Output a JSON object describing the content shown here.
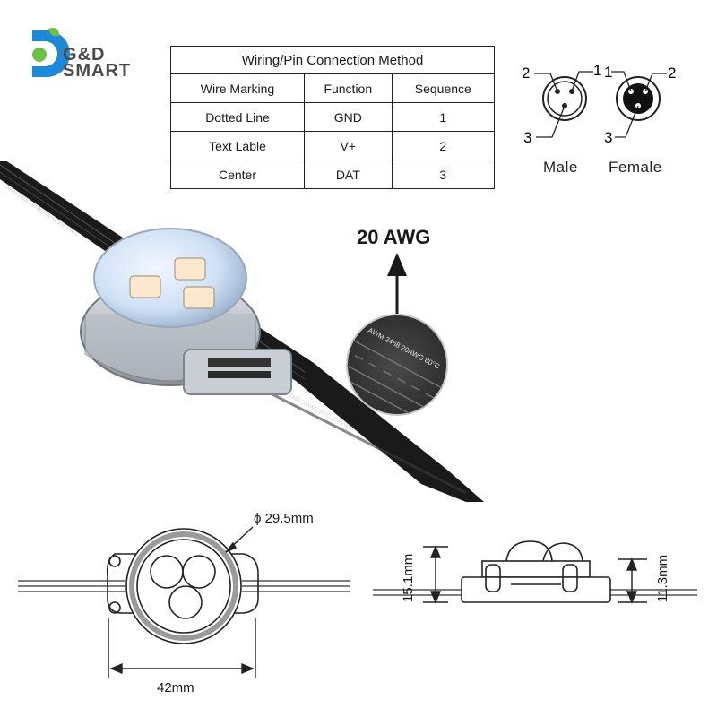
{
  "brand": {
    "logo_text_line1": "G&D",
    "logo_text_line2": "SMART",
    "accent_blue": "#1e88d8",
    "accent_green": "#6cc04a"
  },
  "table": {
    "title": "Wiring/Pin Connection Method",
    "headers": [
      "Wire Marking",
      "Function",
      "Sequence"
    ],
    "rows": [
      {
        "marking": "Dotted Line",
        "function": "GND",
        "sequence": "1"
      },
      {
        "marking": "Text Lable",
        "function": "V+",
        "sequence": "2"
      },
      {
        "marking": "Center",
        "function": "DAT",
        "sequence": "3"
      }
    ]
  },
  "connectors": {
    "male": {
      "label": "Male",
      "pins": [
        "2",
        "1",
        "3"
      ]
    },
    "female": {
      "label": "Female",
      "pins": [
        "1",
        "2",
        "3"
      ]
    }
  },
  "cable": {
    "gauge_label": "20 AWG",
    "print_text": "AWM 2468 20AWG 80°C",
    "print_text_long": "AWM 2468 20AWG 80°C 30V VW-1"
  },
  "dimensions": {
    "diameter": "ϕ 29.5mm",
    "width": "42mm",
    "height_total": "15.1mm",
    "height_body": "11.3mm"
  }
}
